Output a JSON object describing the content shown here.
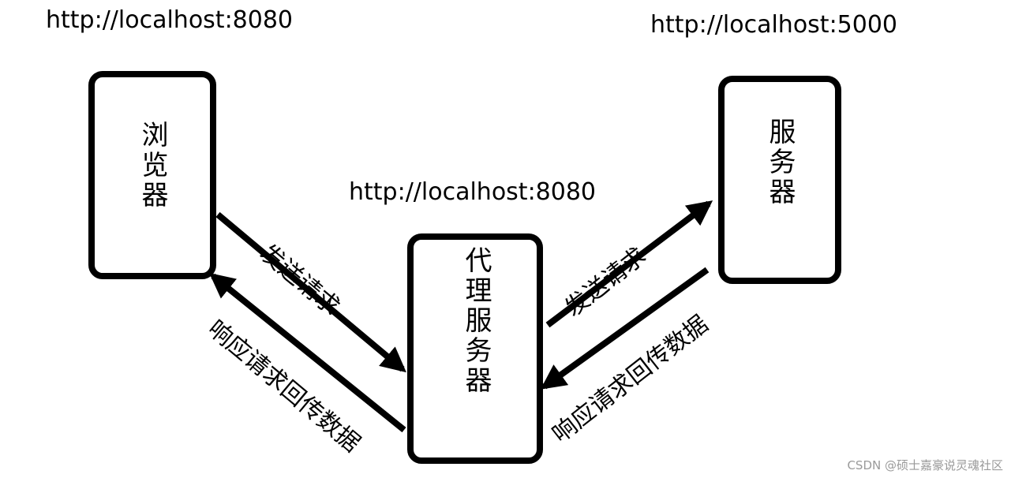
{
  "urls": {
    "browser": "http://localhost:8080",
    "proxy": "http://localhost:8080",
    "server": "http://localhost:5000"
  },
  "nodes": {
    "browser": "浏览器",
    "proxy": "代理服务器",
    "server": "服务器"
  },
  "edges": {
    "browser_to_proxy": "发送请求",
    "proxy_to_browser": "响应请求回传数据",
    "proxy_to_server": "发送请求",
    "server_to_proxy": "响应请求回传数据"
  },
  "watermark": "CSDN @硕士嘉豪说灵魂社区"
}
